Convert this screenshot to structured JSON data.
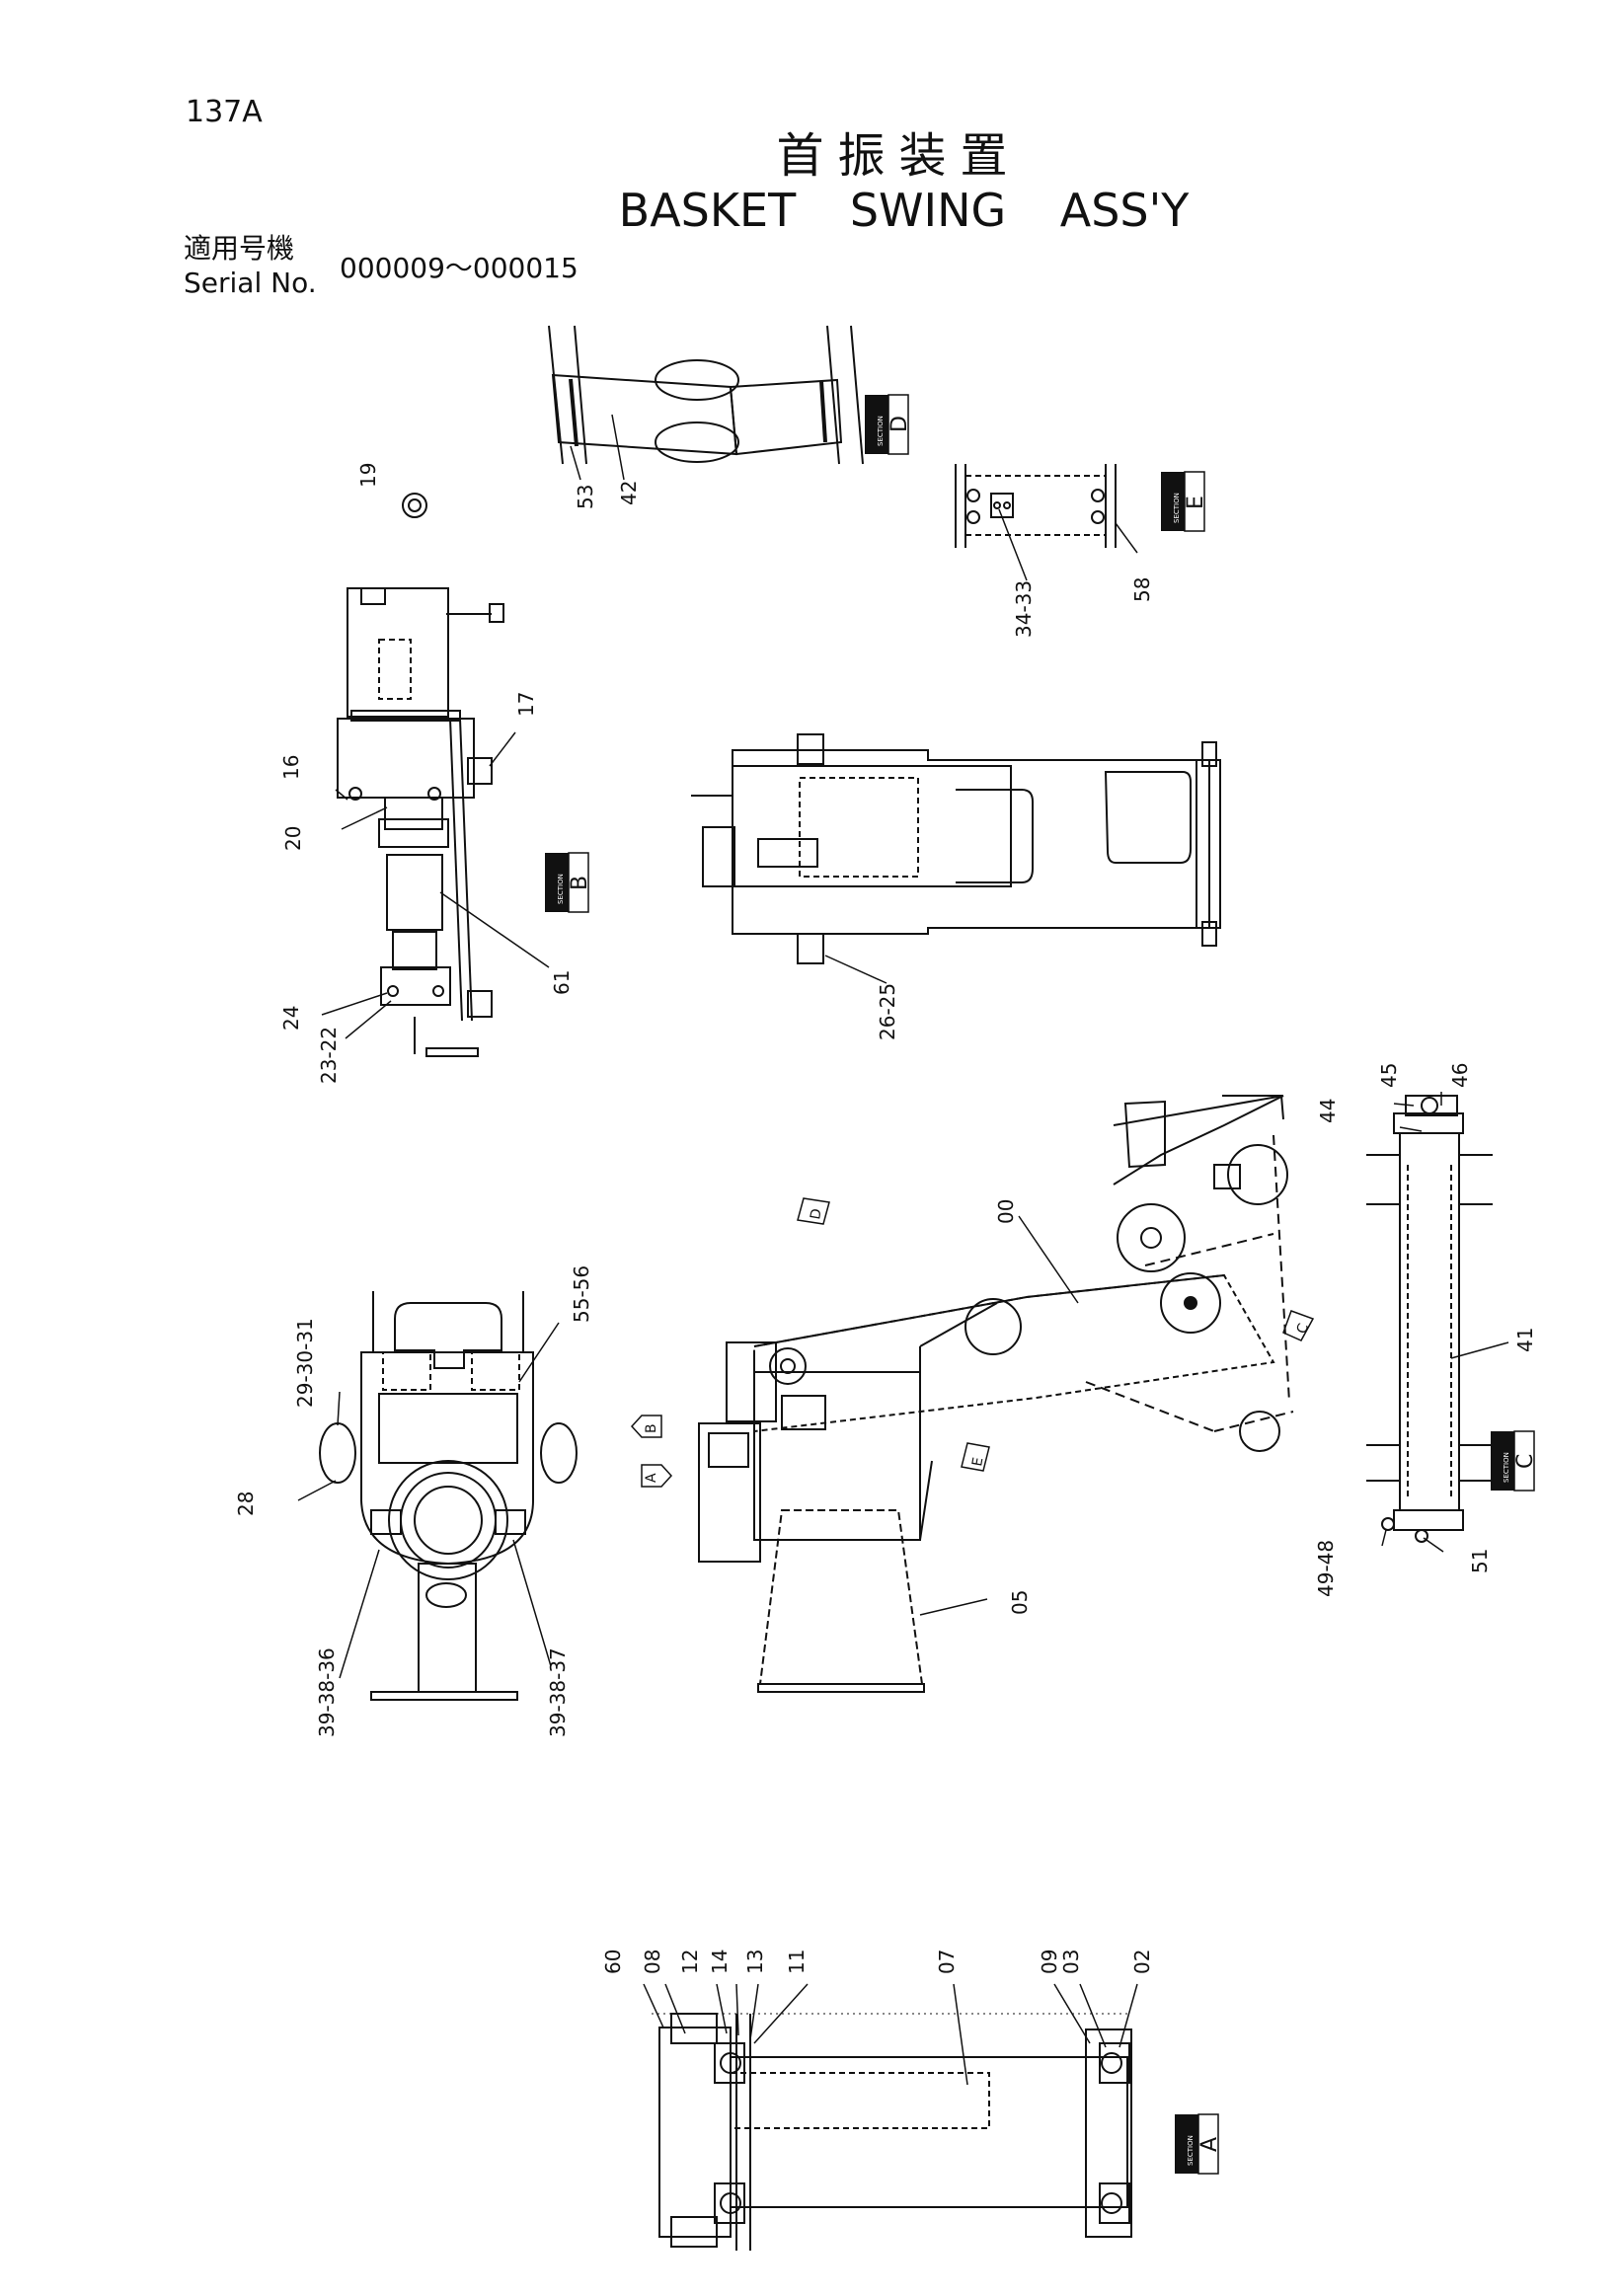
{
  "page_number": "137A",
  "title_jp": "首振装置",
  "title_en": "BASKET SWING ASS'Y",
  "serial": {
    "label_jp": "適用号機",
    "label_en": "Serial No.",
    "value": "000009～000015"
  },
  "section_word": "SECTION",
  "sections": [
    "D",
    "E",
    "B",
    "C",
    "A"
  ],
  "view_arrows": [
    "B",
    "A",
    "D",
    "C",
    "E"
  ],
  "parts": {
    "d": [
      "53",
      "42"
    ],
    "e": [
      "34-33",
      "58"
    ],
    "misc": [
      "19"
    ],
    "b": [
      "16",
      "20",
      "17",
      "61",
      "24",
      "23-22"
    ],
    "top": [
      "26-25"
    ],
    "c": [
      "45",
      "46",
      "44",
      "41",
      "49-48",
      "51"
    ],
    "main": [
      "00",
      "05"
    ],
    "front": [
      "29-30-31",
      "55-56",
      "28",
      "39-38-36",
      "39-38-37"
    ],
    "a": [
      "60",
      "08",
      "12",
      "14",
      "13",
      "11",
      "07",
      "09",
      "03",
      "02"
    ]
  }
}
